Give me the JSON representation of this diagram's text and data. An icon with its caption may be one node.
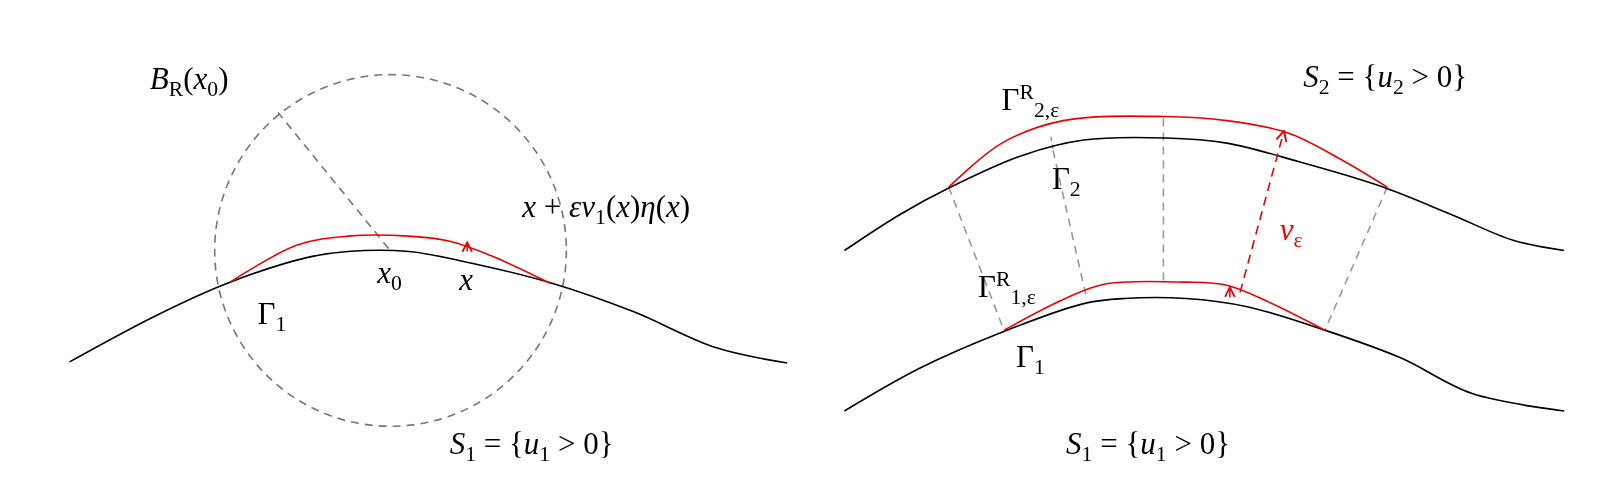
{
  "diagram": {
    "labels": [
      "*B*$_{R}$(*x*$_{0}$)",
      "*S*$_{2}$ = {*u*$_{2}$ > 0}",
      "Γ$^{R}$$_{2,ε}$",
      "Γ$_{2}$",
      "*x* + *εν*$_{1}$(*x*)*η*(*x*)",
      "*ν*$_{ε}$",
      "*x*$_{0}$",
      "*x*",
      "Γ$^{R}$$_{1,ε}$",
      "Γ$_{1}$",
      "Γ$_{1}$",
      "*S*$_{1}$ = {*u*$_{1}$ > 0}",
      "*S*$_{1}$ = {*u*$_{1}$ > 0}"
    ]
  }
}
